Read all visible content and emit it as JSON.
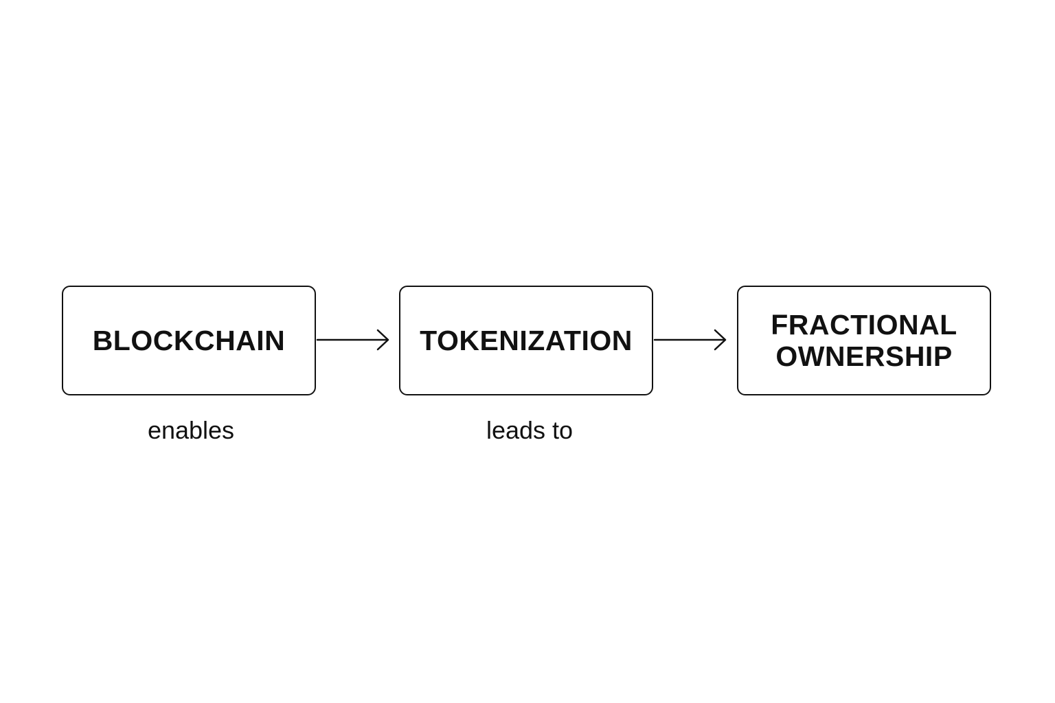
{
  "nodes": [
    {
      "id": "blockchain",
      "lines": [
        "BLOCKCHAIN"
      ]
    },
    {
      "id": "tokenization",
      "lines": [
        "TOKENIZATION"
      ]
    },
    {
      "id": "fractional-ownership",
      "lines": [
        "FRACTIONAL",
        "OWNERSHIP"
      ]
    }
  ],
  "edges": [
    {
      "from": "blockchain",
      "to": "tokenization",
      "label": "enables"
    },
    {
      "from": "tokenization",
      "to": "fractional-ownership",
      "label": "leads to"
    }
  ],
  "colors": {
    "stroke": "#111111",
    "background": "#ffffff"
  }
}
